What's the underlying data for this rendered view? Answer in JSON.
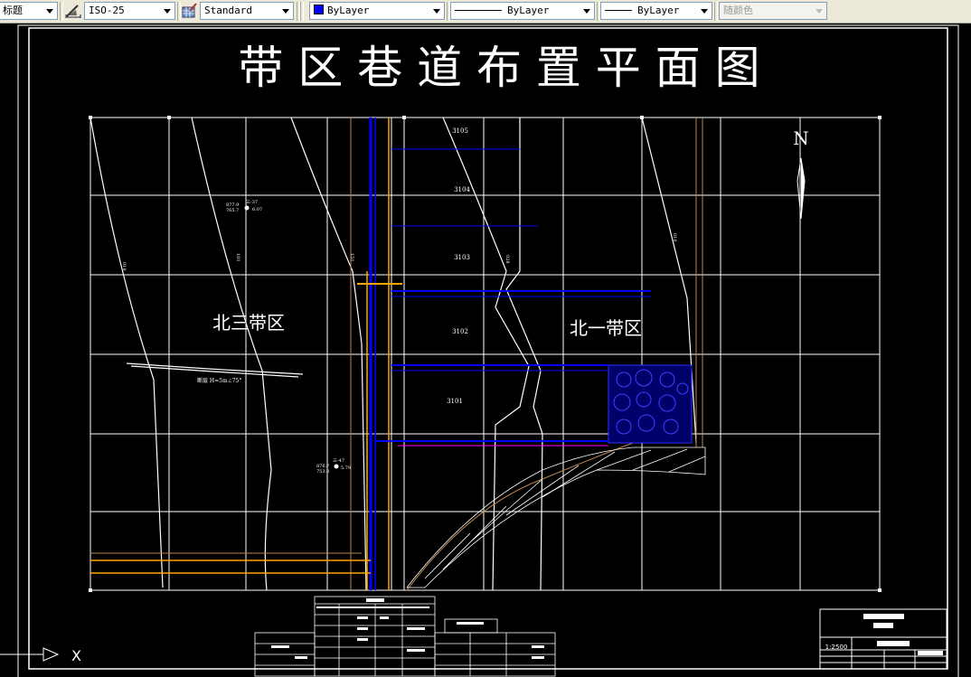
{
  "toolbar": {
    "text_style": "标题",
    "dim_style": "ISO-25",
    "table_style": "Standard",
    "color": "ByLayer",
    "color_swatch": "#0000ff",
    "linetype": "ByLayer",
    "lineweight": "ByLayer",
    "plot_style": "随颜色"
  },
  "drawing": {
    "title": "带 区 巷 道 布 置 平 面 图",
    "north_label": "N",
    "zones": [
      "北三带区",
      "北一带区"
    ],
    "blocks": [
      "3105",
      "3104",
      "3103",
      "3102",
      "3101"
    ],
    "fault_label": "断层 H=5m∠75°",
    "point1": {
      "line1": "877.9",
      "line2": "765.7",
      "id": "三-37",
      "value": "6.07"
    },
    "point2": {
      "line1": "876.7",
      "line2": "753.0",
      "id": "三-47",
      "value": "5.79"
    },
    "contours": [
      "019",
      "101",
      "151",
      "028",
      "010"
    ],
    "title_block": {
      "scale": "1:2500"
    },
    "ucs_x": "X"
  },
  "colors": {
    "background": "#000000",
    "grid": "#ffffff",
    "roadway_blue": "#0000ff",
    "roadway_orange": "#ffa500",
    "boundary_brown": "#b8864b",
    "magenta": "#ff00ff"
  }
}
